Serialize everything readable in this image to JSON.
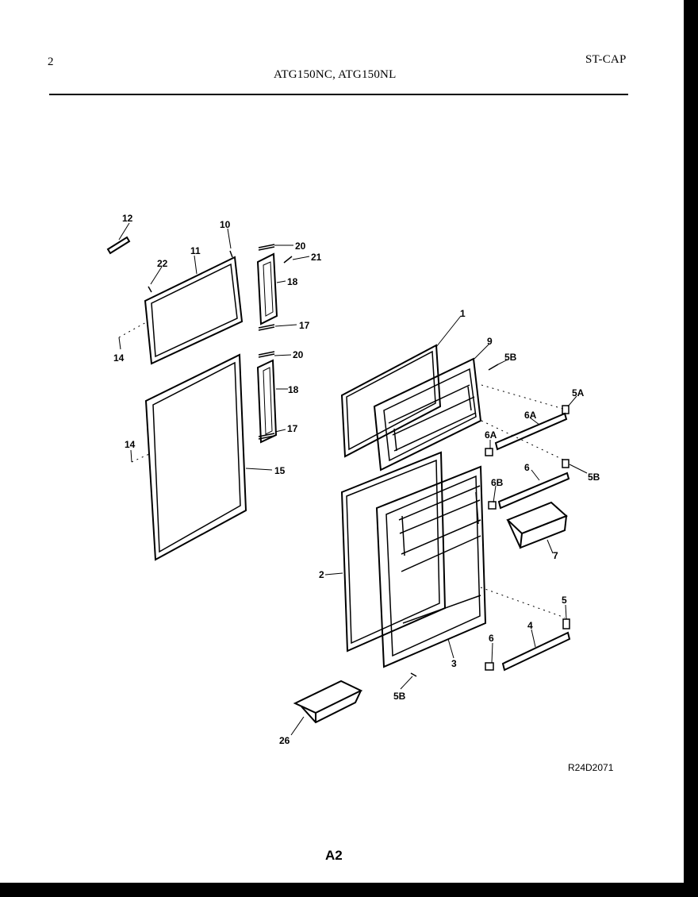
{
  "header": {
    "page_number": "2",
    "model_numbers": "ATG150NC, ATG150NL",
    "section_code": "ST-CAP"
  },
  "diagram": {
    "callouts": {
      "c12": "12",
      "c10": "10",
      "c20a": "20",
      "c21": "21",
      "c22": "22",
      "c11": "11",
      "c18a": "18",
      "c17a": "17",
      "c14a": "14",
      "c20b": "20",
      "c18b": "18",
      "c17b": "17",
      "c14b": "14",
      "c15": "15",
      "c1": "1",
      "c9": "9",
      "c5Ba": "5B",
      "c5A": "5A",
      "c6Aa": "6A",
      "c6Ab": "6A",
      "c6": "6",
      "c5Bb": "5B",
      "c6B": "6B",
      "c7": "7",
      "c2": "2",
      "c5": "5",
      "c4": "4",
      "c6b": "6",
      "c3": "3",
      "c5Bc": "5B",
      "c26": "26"
    },
    "reference_code": "R24D2071"
  },
  "footer": {
    "page_label": "A2"
  }
}
